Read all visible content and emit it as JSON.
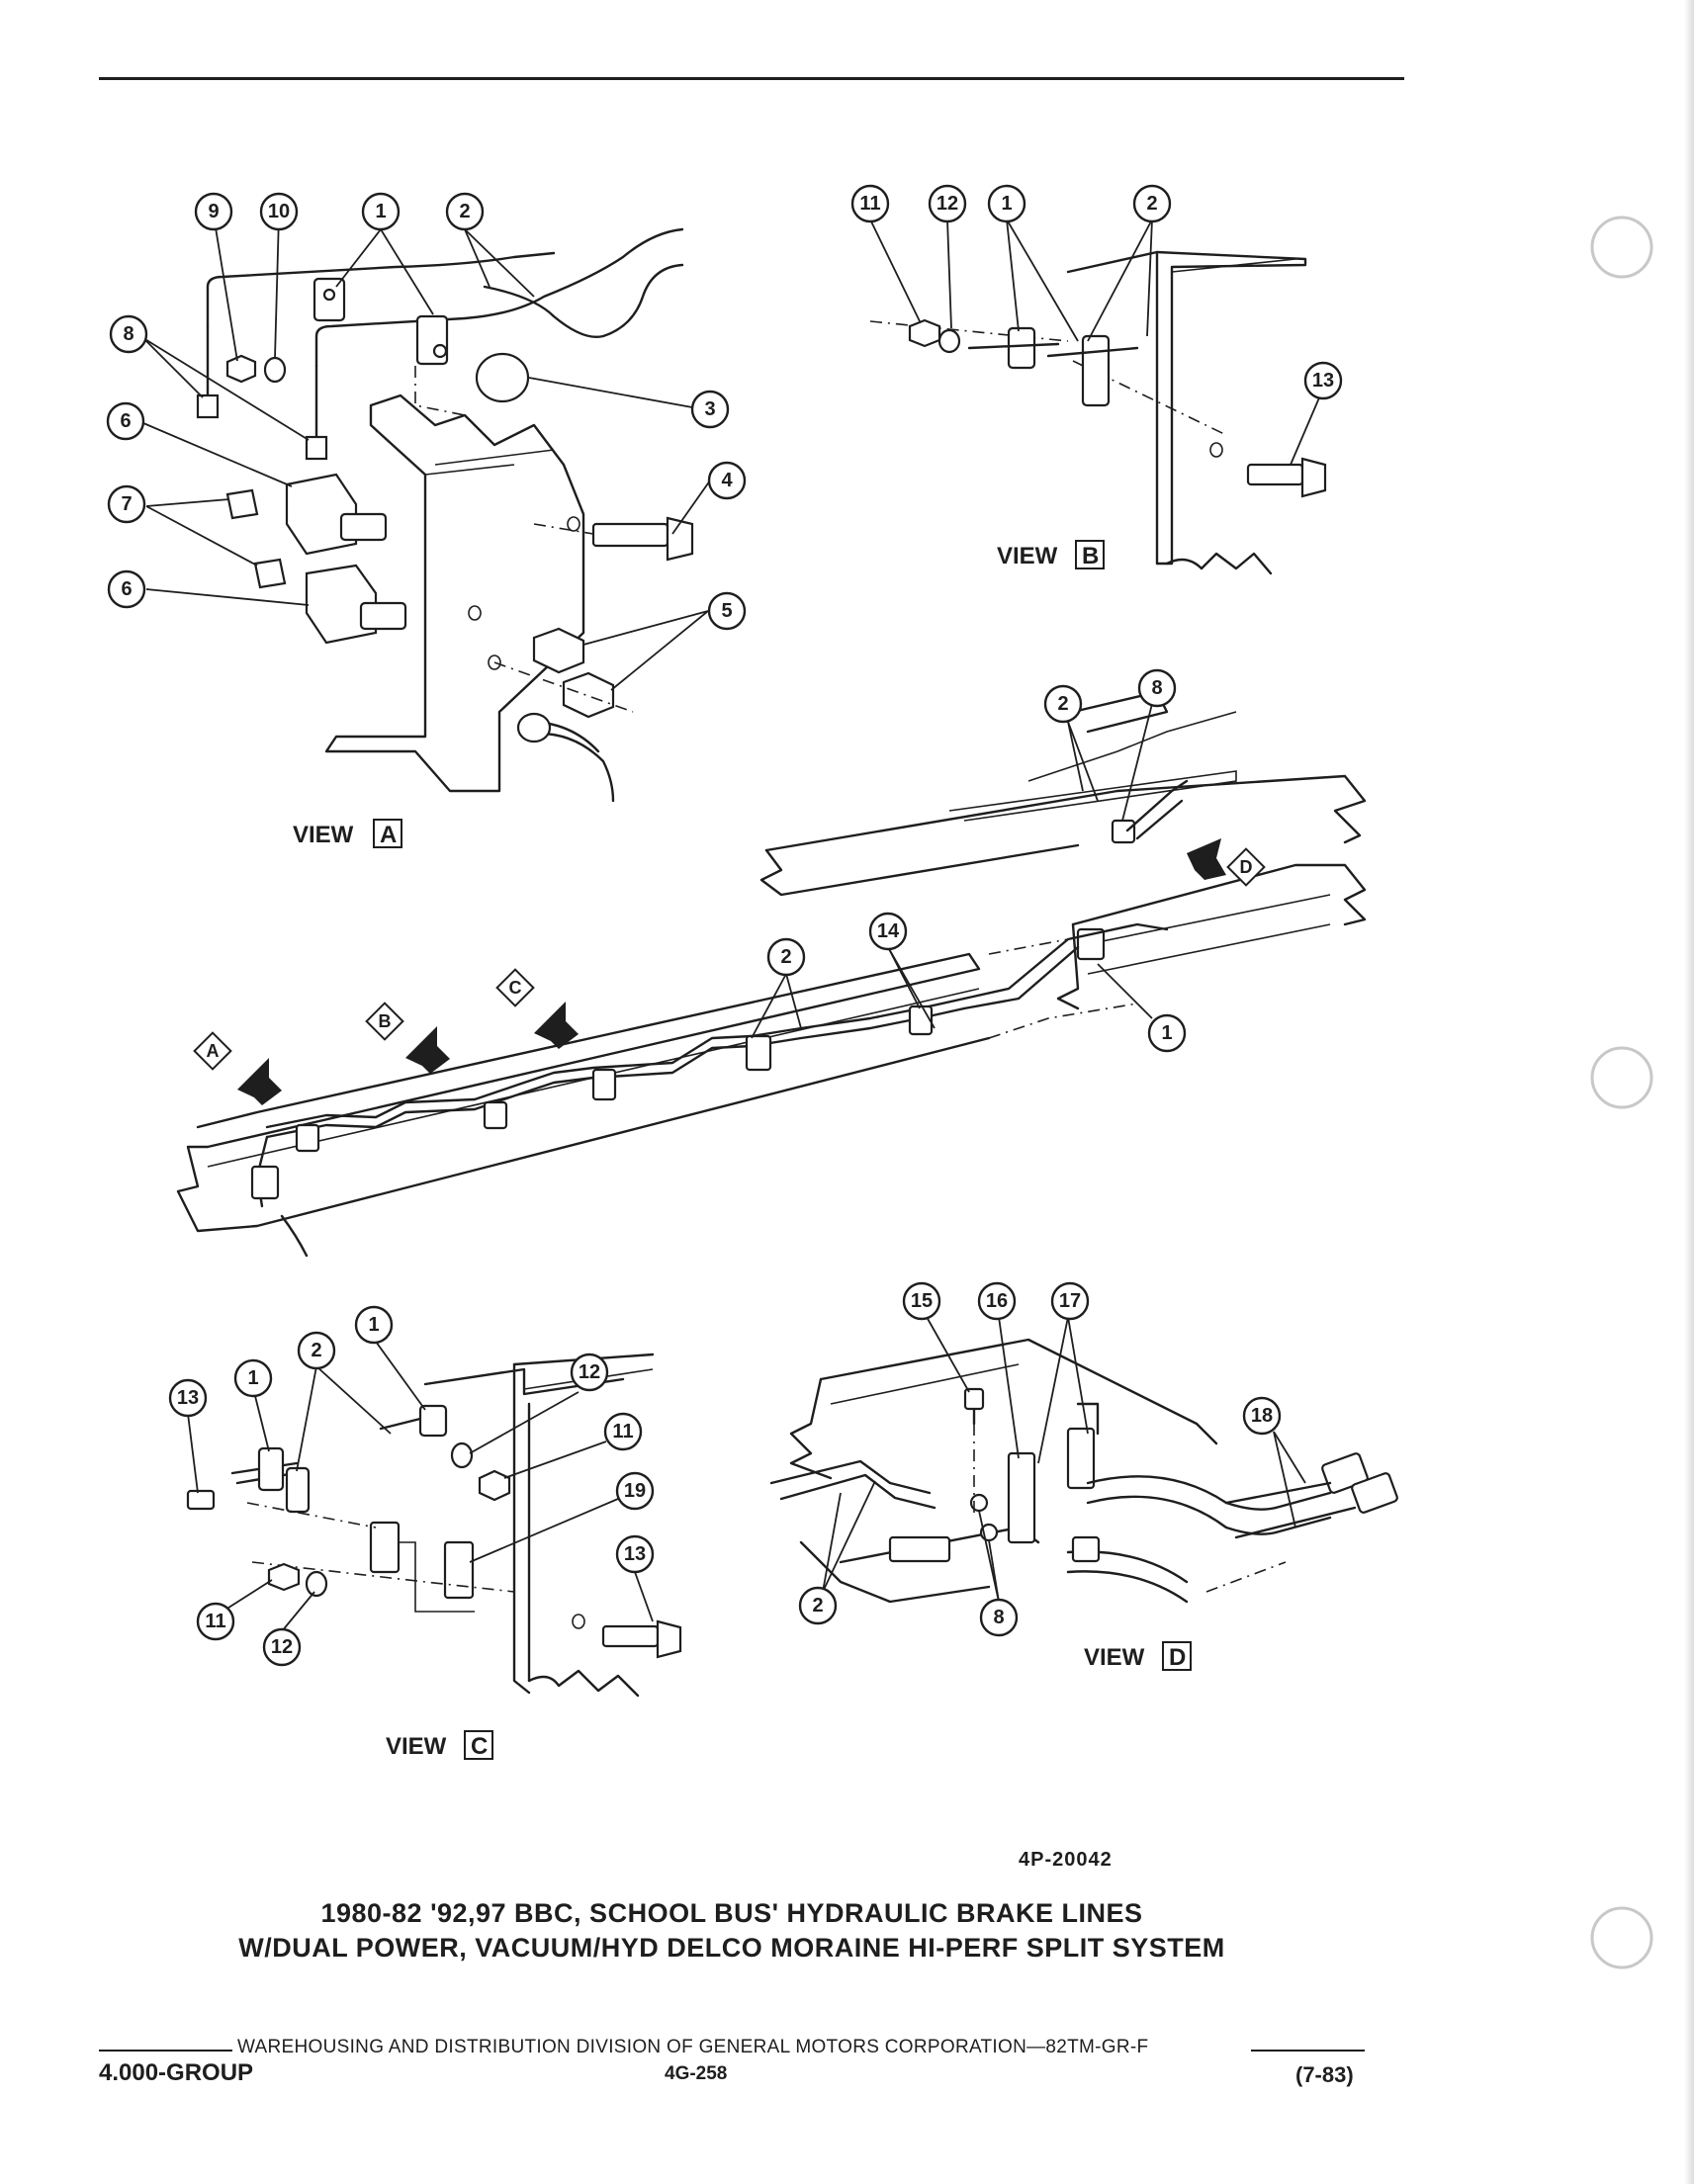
{
  "diagram": {
    "callouts": {
      "a9": "9",
      "a10": "10",
      "a1": "1",
      "a2": "2",
      "a8": "8",
      "a3": "3",
      "a6a": "6",
      "a4": "4",
      "a7": "7",
      "a6b": "6",
      "a5": "5",
      "b11": "11",
      "b12": "12",
      "b1": "1",
      "b2": "2",
      "b13": "13",
      "m2": "2",
      "m8": "8",
      "m2b": "2",
      "m14": "14",
      "m1": "1",
      "c1": "1",
      "c13": "13",
      "c1b": "1",
      "c2": "2",
      "c12": "12",
      "c11": "11",
      "c19": "19",
      "c13b": "13",
      "c11b": "11",
      "c12b": "12",
      "d15": "15",
      "d16": "16",
      "d17": "17",
      "d18": "18",
      "d2": "2",
      "d8": "8"
    },
    "views": {
      "a": {
        "label": "VIEW",
        "letter": "A"
      },
      "b": {
        "label": "VIEW",
        "letter": "B"
      },
      "c": {
        "label": "VIEW",
        "letter": "C"
      },
      "d": {
        "label": "VIEW",
        "letter": "D"
      }
    },
    "arrows": {
      "a": "A",
      "b": "B",
      "c": "C",
      "d": "D"
    }
  },
  "figure_id": "4P-20042",
  "title_line1": "1980-82 '92,97 BBC, SCHOOL BUS' HYDRAULIC BRAKE LINES",
  "title_line2": "W/DUAL POWER, VACUUM/HYD DELCO MORAINE HI-PERF SPLIT SYSTEM",
  "footer": {
    "line": "WAREHOUSING AND DISTRIBUTION  DIVISION OF GENERAL MOTORS CORPORATION—82TM-GR-F",
    "group": "4.000-GROUP",
    "page": "4G-258",
    "date": "(7-83)"
  }
}
